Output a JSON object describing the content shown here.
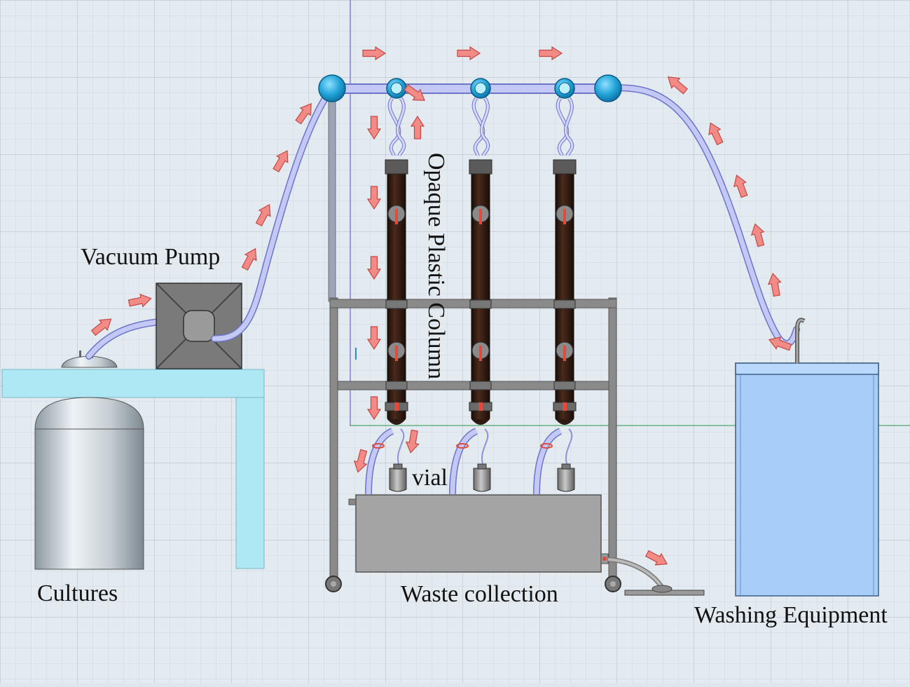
{
  "labels": {
    "vacuum_pump": "Vacuum Pump",
    "cultures": "Cultures",
    "column": "Opaque Plastic Column",
    "vial": "vial",
    "waste": "Waste collection",
    "washing": "Washing Equipment"
  },
  "colors": {
    "background": "#dfe7ee",
    "grid": "#c9d4de",
    "tube": "#b9bff2",
    "tube_outline": "#6d74c9",
    "column": "#2d1a12",
    "joint": "#2aa9d8",
    "arrow": "#f07a78",
    "table": "#aee8f4",
    "washer": "#a9cdf9",
    "pump": "#7f7f7f",
    "rack": "#8a8a8a",
    "waste_box": "#a3a3a3"
  },
  "icons": {
    "flow_arrow": "arrow-right-icon",
    "joint": "sphere-connector-icon",
    "valve": "stopcock-icon"
  }
}
